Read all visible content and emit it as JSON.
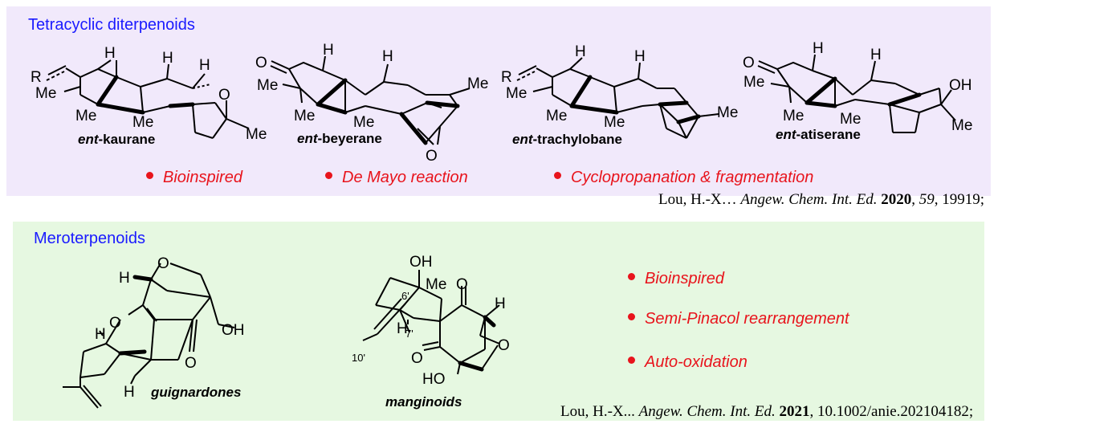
{
  "top_panel": {
    "title": "Tetracyclic diterpenoids",
    "compounds": [
      {
        "prefix": "ent",
        "suffix": "-kaurane"
      },
      {
        "prefix": "ent",
        "suffix": "-beyerane"
      },
      {
        "prefix": "ent",
        "suffix": "-trachylobane"
      },
      {
        "prefix": "ent",
        "suffix": "-atiserane"
      }
    ],
    "bullets": [
      "Bioinspired",
      "De Mayo reaction",
      "Cyclopropanation & fragmentation"
    ],
    "reference": {
      "authors": "Lou, H.-X…",
      "journal": "Angew. Chem. Int. Ed.",
      "year": "2020",
      "volume": "59",
      "pages": ", 19919;"
    }
  },
  "bottom_panel": {
    "title": "Meroterpenoids",
    "compounds": [
      "guignardones",
      "manginoids"
    ],
    "bullets": [
      "Bioinspired",
      "Semi-Pinacol rearrangement",
      "Auto-oxidation"
    ],
    "reference": {
      "authors": "Lou, H.-X...",
      "journal": "Angew. Chem. Int. Ed.",
      "year": "2021",
      "doi": ", 10.1002/anie.202104182;"
    }
  },
  "atom_labels": {
    "R": "R",
    "Me": "Me",
    "H": "H",
    "O": "O",
    "OH": "OH",
    "HO": "HO",
    "c6": "6'",
    "c7": "7'",
    "c10": "10'"
  },
  "colors": {
    "top_bg": "#f1e9fb",
    "bottom_bg": "#e6f8e1",
    "title": "#1a1aff",
    "bullet": "#e8141c"
  }
}
